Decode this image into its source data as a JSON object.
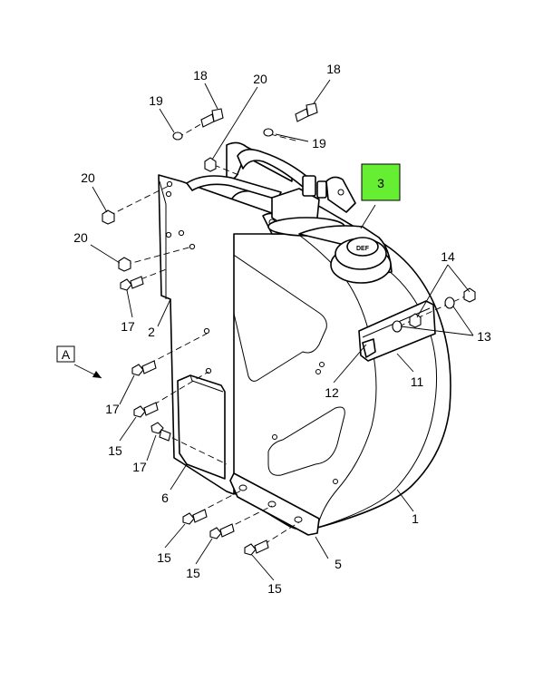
{
  "callouts": {
    "c1": "1",
    "c2": "2",
    "c3": "3",
    "c5": "5",
    "c6": "6",
    "c11": "11",
    "c12": "12",
    "c13": "13",
    "c14": "14",
    "c15a": "15",
    "c15b": "15",
    "c15c": "15",
    "c15d": "15",
    "c17a": "17",
    "c17b": "17",
    "c17c": "17",
    "c18a": "18",
    "c18b": "18",
    "c19a": "19",
    "c19b": "19",
    "c20a": "20",
    "c20b": "20",
    "c20c": "20"
  },
  "view_label": "A",
  "cap_label": "DEF",
  "highlight_color": "#66ee33"
}
